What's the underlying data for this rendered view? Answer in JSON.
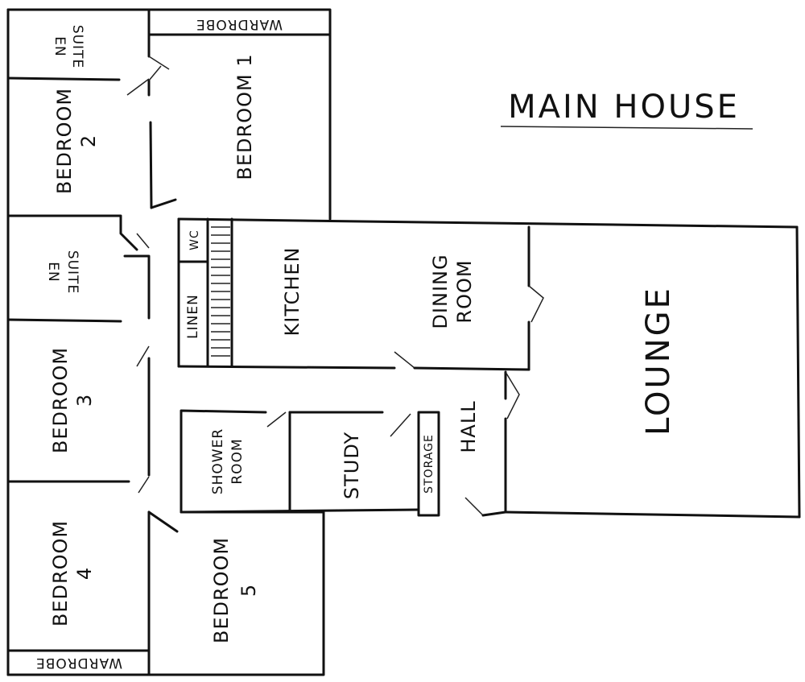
{
  "plan": {
    "title": "MAIN HOUSE",
    "rooms": {
      "en_suite_top": [
        "EN",
        "SUITE"
      ],
      "wardrobe_top": "WARDROBE",
      "bedroom_1": "BEDROOM 1",
      "bedroom_2": [
        "BEDROOM",
        "2"
      ],
      "en_suite_mid": [
        "EN",
        "SUITE"
      ],
      "wc": "WC",
      "linen": "LINEN",
      "kitchen": "KITCHEN",
      "dining_room": [
        "DINING",
        "ROOM"
      ],
      "lounge": "LOUNGE",
      "bedroom_3": [
        "BEDROOM",
        "3"
      ],
      "shower_room": [
        "SHOWER",
        "ROOM"
      ],
      "study": "STUDY",
      "storage": "STORAGE",
      "hall": "HALL",
      "bedroom_4": [
        "BEDROOM",
        "4"
      ],
      "bedroom_5": [
        "BEDROOM",
        "5"
      ],
      "wardrobe_bottom": "WARDROBE"
    }
  }
}
